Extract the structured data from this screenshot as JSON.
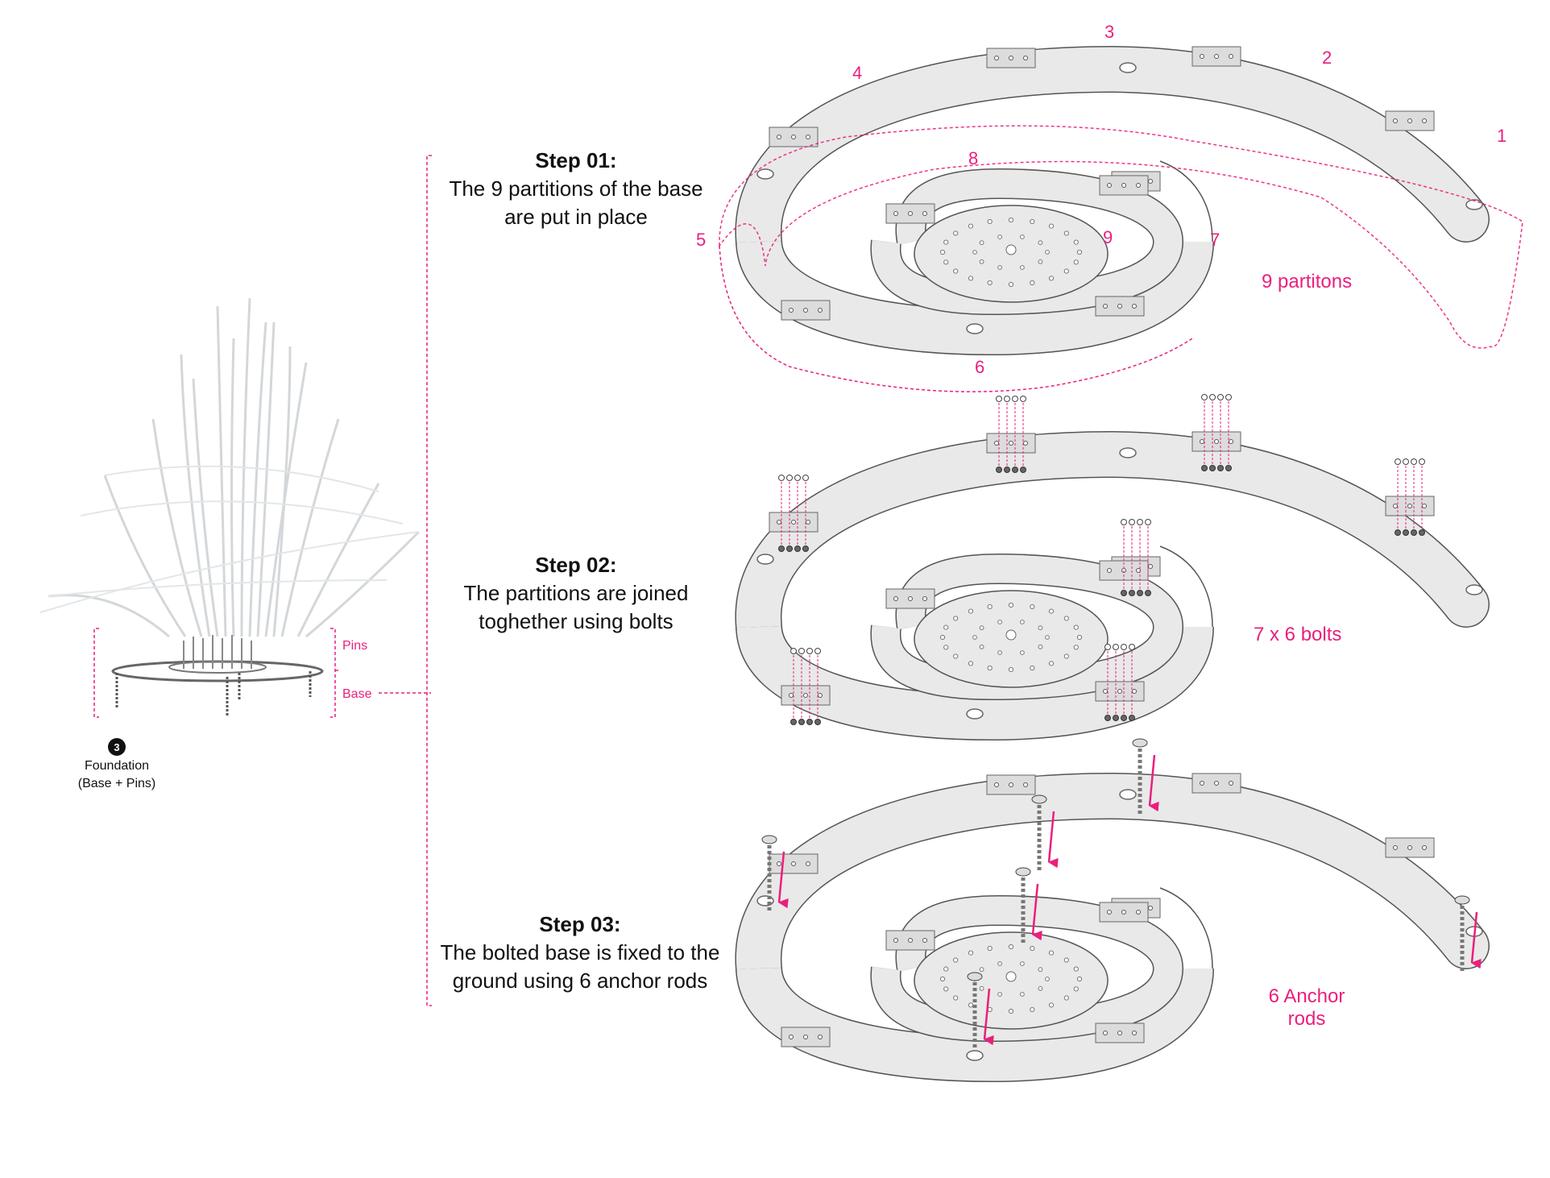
{
  "colors": {
    "accent": "#ea1f7d",
    "plate": "#e9e9e9",
    "plate_edge": "#555555",
    "text": "#111111"
  },
  "steps": [
    {
      "title": "Step 01:",
      "desc1": "The 9 partitions of the base",
      "desc2": "are put in place"
    },
    {
      "title": "Step 02:",
      "desc1": "The partitions are joined",
      "desc2": "toghether using bolts"
    },
    {
      "title": "Step 03:",
      "desc1": "The bolted base is fixed to the",
      "desc2": "ground using 6 anchor rods"
    }
  ],
  "partition_numbers": [
    "1",
    "2",
    "3",
    "4",
    "5",
    "6",
    "7",
    "8",
    "9"
  ],
  "callouts": {
    "partitions": "9 partitons",
    "bolts": "7 x 6 bolts",
    "anchors_line1": "6 Anchor",
    "anchors_line2": "rods"
  },
  "foundation": {
    "badge": "3",
    "label": "Foundation",
    "sublabel": "(Base + Pins)",
    "pins_label": "Pins",
    "base_label": "Base"
  }
}
